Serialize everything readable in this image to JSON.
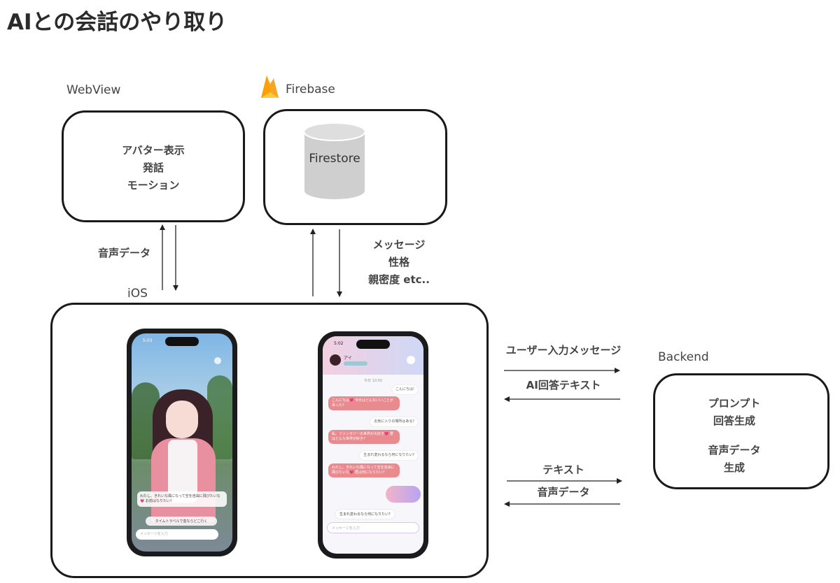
{
  "title": "AIとの会話のやり取り",
  "webview": {
    "label": "WebView",
    "lines": [
      "アバター表示",
      "発話",
      "モーション"
    ]
  },
  "firebase": {
    "label": "Firebase",
    "store": "Firestore"
  },
  "ios": {
    "label": "iOS"
  },
  "backend": {
    "label": "Backend",
    "lines_top": [
      "プロンプト",
      "回答生成"
    ],
    "lines_bottom": [
      "音声データ",
      "生成"
    ]
  },
  "edges": {
    "webview_ios": "音声データ",
    "firebase_ios": [
      "メッセージ",
      "性格",
      "親密度 etc.."
    ],
    "ios_backend_1_out": "ユーザー入力メッセージ",
    "ios_backend_1_in": "AI回答テキスト",
    "ios_backend_2_out": "テキスト",
    "ios_backend_2_in": "音声データ"
  },
  "colors": {
    "firebase_flame_1": "#f6a623",
    "firebase_flame_2": "#fcca3f",
    "cylinder": "#cfcfcf",
    "bubble": "#e98a8f"
  },
  "phone_left": {
    "time": "5:03",
    "speech": "わたし、きれいな風になって空を自由に飛びたいな💗 お前はなりたい?",
    "suggestion": "タイムトラベルで昔ならどこ行く",
    "input_placeholder": "メッセージを入力"
  },
  "phone_right": {
    "time": "5:02",
    "name": "アイ",
    "date": "今日 10:50",
    "messages": [
      {
        "side": "right",
        "text": "こんにちは!"
      },
      {
        "side": "left",
        "text": "こんにちは💗 今日はどんないいことがあった?"
      },
      {
        "side": "right",
        "text": "お気に入りの場所はある?"
      },
      {
        "side": "left",
        "text": "私、ファンタジーの世界が大好き💗 君はどんな世界が好き?"
      },
      {
        "side": "right",
        "text": "生まれ変わるなら何になりたい?"
      },
      {
        "side": "left",
        "text": "わたし、きれいな風になって空を自由に飛びたいな💗 君は何になりたい?"
      }
    ],
    "suggestion": "生まれ変わるなら何になりたい?",
    "input_placeholder": "メッセージを入力"
  }
}
